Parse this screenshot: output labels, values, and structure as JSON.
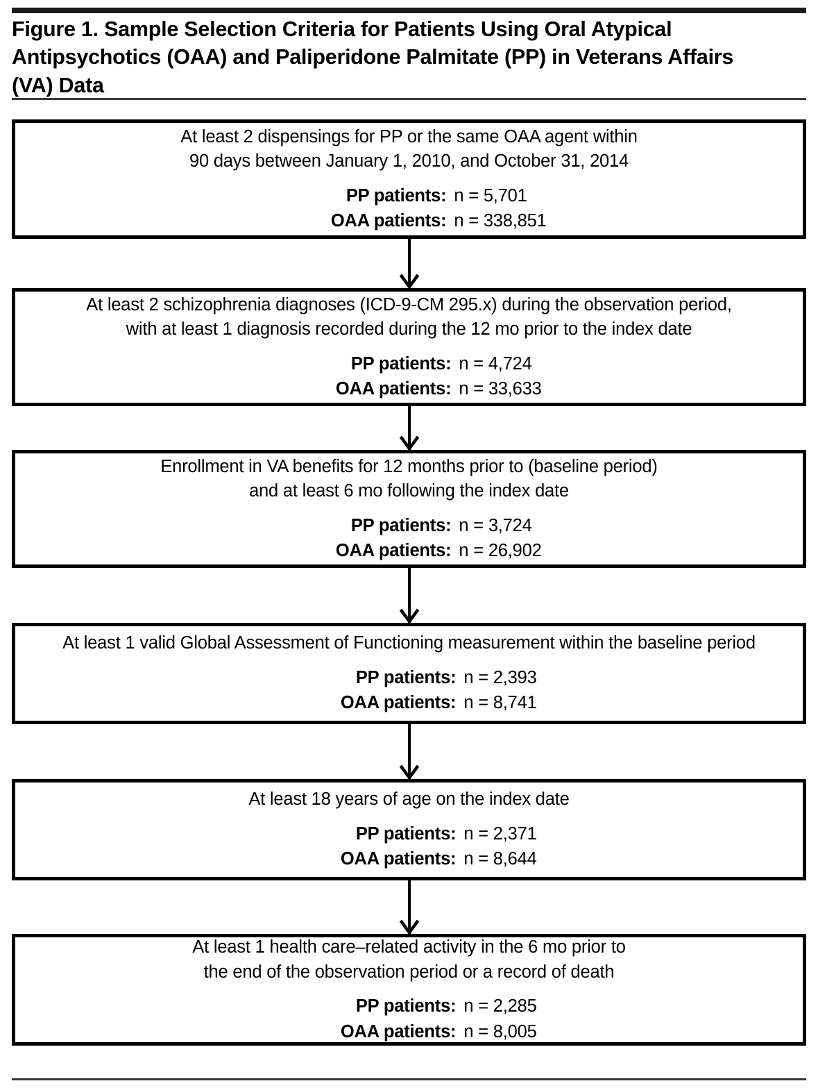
{
  "figure": {
    "title": "Figure 1. Sample Selection Criteria for Patients Using Oral Atypical Antipsychotics (OAA) and Paliperidone Palmitate (PP) in Veterans Affairs (VA) Data",
    "accent_color": "#000000",
    "rule_color": "#1a1a1a"
  },
  "chart_data": {
    "type": "flowchart",
    "title": "Figure 1. Sample Selection Criteria for Patients Using Oral Atypical Antipsychotics (OAA) and Paliperidone Palmitate (PP) in Veterans Affairs (VA) Data",
    "orientation": "top-to-bottom",
    "connector": "down-arrow",
    "series": [
      {
        "name": "PP patients",
        "values": [
          5701,
          4724,
          3724,
          2393,
          2371,
          2285
        ]
      },
      {
        "name": "OAA patients",
        "values": [
          338851,
          33633,
          26902,
          8741,
          8644,
          8005
        ]
      }
    ],
    "categories": [
      "At least 2 dispensings within 90 days",
      "At least 2 schizophrenia diagnoses",
      "Enrollment in VA benefits",
      "At least 1 valid GAF measurement",
      "At least 18 years of age",
      "At least 1 health care-related activity"
    ]
  },
  "steps": [
    {
      "criteria": "At least 2 dispensings for PP or the same OAA agent within\n90 days between January 1, 2010, and October 31, 2014",
      "pp_label": "PP patients:",
      "pp_value": "n = 5,701",
      "oaa_label": "OAA patients:",
      "oaa_value": "n = 338,851"
    },
    {
      "criteria": "At least 2 schizophrenia diagnoses (ICD-9-CM 295.x) during the observation period,\nwith at least 1 diagnosis recorded during the 12 mo prior to the index date",
      "pp_label": "PP patients:",
      "pp_value": "n = 4,724",
      "oaa_label": "OAA patients:",
      "oaa_value": "n = 33,633"
    },
    {
      "criteria": "Enrollment in VA benefits for 12 months prior to (baseline period)\nand at least 6 mo following the index date",
      "pp_label": "PP patients:",
      "pp_value": "n = 3,724",
      "oaa_label": "OAA patients:",
      "oaa_value": "n = 26,902"
    },
    {
      "criteria": "At least 1 valid Global Assessment of Functioning measurement within the baseline period",
      "pp_label": "PP patients:",
      "pp_value": "n = 2,393",
      "oaa_label": "OAA patients:",
      "oaa_value": "n = 8,741"
    },
    {
      "criteria": "At least 18 years of age on the index date",
      "pp_label": "PP patients:",
      "pp_value": "n = 2,371",
      "oaa_label": "OAA patients:",
      "oaa_value": "n = 8,644"
    },
    {
      "criteria": "At least 1 health care–related activity in the 6 mo prior to\nthe end of the observation period or a record of death",
      "pp_label": "PP patients:",
      "pp_value": "n = 2,285",
      "oaa_label": "OAA patients:",
      "oaa_value": "n = 8,005"
    }
  ]
}
